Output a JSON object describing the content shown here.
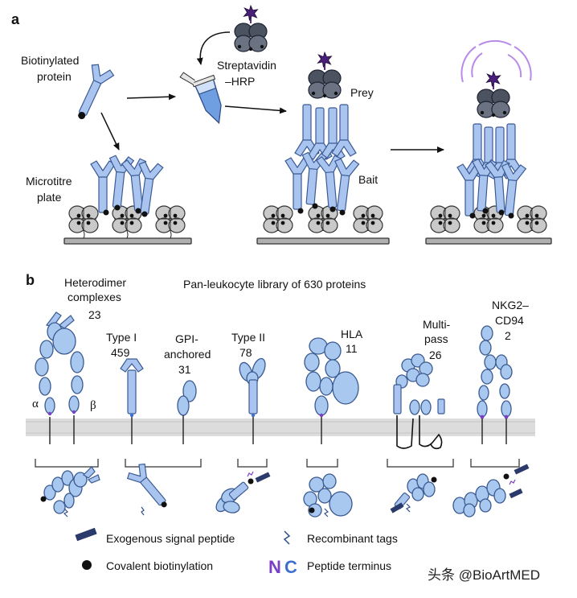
{
  "panels": {
    "a": "a",
    "b": "b"
  },
  "panel_a": {
    "biotinylated_line1": "Biotinylated",
    "biotinylated_line2": "protein",
    "streptavidin_line1": "Streptavidin",
    "streptavidin_line2": "–HRP",
    "microtitre_line1": "Microtitre",
    "microtitre_line2": "plate",
    "prey": "Prey",
    "bait": "Bait"
  },
  "panel_b": {
    "library_title": "Pan-leukocyte library of 630 proteins",
    "heterodimer_line1": "Heterodimer",
    "heterodimer_line2": "complexes",
    "heterodimer_count": "23",
    "alpha": "α",
    "beta": "β",
    "type1": "Type I",
    "type1_count": "459",
    "gpi_line1": "GPI-",
    "gpi_line2": "anchored",
    "gpi_count": "31",
    "type2": "Type II",
    "type2_count": "78",
    "hla": "HLA",
    "hla_count": "11",
    "multipass_line1": "Multi-",
    "multipass_line2": "pass",
    "multipass_count": "26",
    "nkg2_line1": "NKG2–",
    "nkg2_line2": "CD94",
    "nkg2_count": "2"
  },
  "legend": {
    "signal_peptide": "Exogenous signal peptide",
    "recombinant_tags": "Recombinant tags",
    "biotinylation": "Covalent biotinylation",
    "terminus": "Peptide terminus",
    "n_letter": "N",
    "c_letter": "C"
  },
  "watermark": "头条 @BioArtMED",
  "colors": {
    "protein_fill": "#a8c8f0",
    "protein_stroke": "#3a5a90",
    "n_terminus": "#7a3fc4",
    "c_terminus": "#3c6fd0",
    "streptavidin": "#4b5260",
    "hrp": "#5a2d82",
    "signal_glow": "#b98ae8"
  }
}
